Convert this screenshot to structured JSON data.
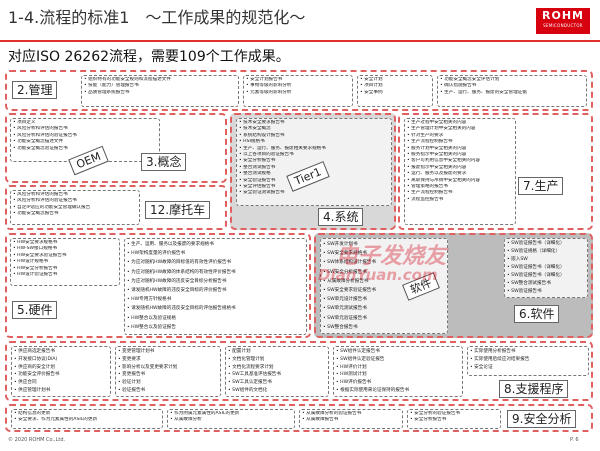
{
  "page": {
    "title": "1-4.流程的标准1　～工作成果的规范化～",
    "subtitle": "对应ISO 26262流程，需要109个工作成果。"
  },
  "logo": {
    "brand": "ROHM",
    "tagline": "SEMICONDUCTOR"
  },
  "sections": {
    "management": {
      "label": "2.管理",
      "col1": [
        "组织特有的功能安全规则和流程描述文件",
        "技能（能力）管理报告书",
        "品质管理系统报告书"
      ],
      "col2": [
        "安全计划报告书",
        "事物等级的影响分析",
        "元素等级的影响分析"
      ],
      "col3": [
        "安全计划",
        "项目计划",
        "安全事例"
      ],
      "col4": [
        "功能安全概念安全评估计划",
        "确认措施报告书",
        "生产、运行、服务、报废的安全管理证据"
      ]
    },
    "concept": {
      "label": "3.概念",
      "items": [
        "项目定义",
        "风险分析和评估的报告书",
        "风险分析和评估的验证报告书",
        "功能安全概念描述文件",
        "功能安全概念验证报告书"
      ]
    },
    "motorcycle": {
      "label": "12.摩托车",
      "items": [
        "风险分析和评估的报告书",
        "风险分析和评估的验证报告书",
        "自定IP适应的功能安全管理确认报告",
        "功能安全概念报告书"
      ]
    },
    "system": {
      "label": "4.系统",
      "items": [
        "技术安全要求报告书",
        "技术安全概念",
        "系统结构设计报告书",
        "HSI规格书",
        "生产、运行、服务、报废相关要求规格书",
        "以上各项目的验证报告书",
        "安全分析报告书",
        "整合测试报告书",
        "整合测试规格",
        "安全验证报告书",
        "安全评估报告书",
        "安全验证测试报告书"
      ]
    },
    "production": {
      "label": "7.生产",
      "items": [
        "生产过程中安全相关的内容",
        "生产管理计划中安全相关的内容",
        "针对生产的要求",
        "生产流程控制报告书",
        "服务计划中安全相关的内容",
        "服务指示中安全相关的内容",
        "客户可利用信息中安全相关的内容",
        "报废指示中安全相关的内容",
        "运行、服务以及报废的要求",
        "离职保持与吊销中安全相关的内容",
        "管理策略的报告书",
        "生产流程控制报告书",
        "流程监控报告书"
      ]
    },
    "hardware": {
      "label": "5.硬件",
      "col1": [
        "HW安全要求规格书",
        "HW-SW接口规格书",
        "HW安全要求验证报告书",
        "HW设计规格书",
        "HW安全分析报告书",
        "HW设计验证报告书"
      ],
      "col2": [
        "生产、运用、服务以及报废的要求规格书",
        "HW架构度量的评价报告书",
        "为应对随机HW故障的目标值的有效性评价报告书",
        "为应对随机HW故障的体系结构的有效性评价报告书",
        "为应对随机HW故障的违反安全目标分析报告书",
        "请发随机HW故障的违反安全目标的评价报告书",
        "HW专用方针规格书",
        "请发随机HW故障的违反安全目标的评估报告规格书",
        "HW整合以及验证规格",
        "HW整合以及验证报告"
      ]
    },
    "software": {
      "label": "6.软件",
      "col1": [
        "SW开发计划书",
        "SW安全要求规格书",
        "SW体系结构设计报告书",
        "SW安全分析报告书",
        "从属故障分析报告书",
        "SW安全要求验证报告书",
        "SW单元设计报告书",
        "SW单元测试报告书",
        "SW单元验证报告书",
        "SW整合报告书"
      ],
      "col2": [
        "SW验证报告书（详细化）",
        "SW验证规格（详细化）",
        "嵌入SW",
        "SW验证报告书（详细化）",
        "SW验证报告书（详细化）",
        "SW整合测试报告书",
        "SW验证报告书"
      ]
    },
    "support": {
      "label": "8.支援程序",
      "col1": [
        "供应商选定报告书",
        "开发接口协议(DIA)",
        "供应商的安全计划",
        "功能安全评价报告书",
        "供应合同",
        "供应管理计划书"
      ],
      "col2": [
        "变更管理计划书",
        "变更要求",
        "影响分析以及变更要求计划",
        "变更报告书",
        "验证计划",
        "验证报告书"
      ],
      "col3": [
        "配置计划",
        "文档化管理计划",
        "文档化流程要求计划",
        "SW工具基准评估报告书",
        "SW工具认定报告书",
        "SW组件的文档化"
      ],
      "col4": [
        "SW组件认定报告书",
        "SW组件认定验证报告",
        "HW评价计划",
        "HW测试计划",
        "HW评价报告书",
        "根据实际使用来论证保持的报告书"
      ],
      "col5": [
        "实际使用分析报告书",
        "实际使用后续应对结果报告",
        "安全论证"
      ]
    },
    "safety": {
      "label": "9.安全分析",
      "col1": [
        "结构信息的更新",
        "安全要求、作为元素属性的ASIL的更新"
      ],
      "col2": [
        "作为附属元素属性的ASIL的更新",
        "从属故障分析"
      ],
      "col3": [
        "从属故障分析的验证报告书",
        "从属故障报告书"
      ],
      "col4": [
        "安全分析的验证报告书",
        "安全分析报告书"
      ]
    }
  },
  "tags": {
    "oem": "OEM",
    "tier1": "Tier1",
    "software": "软件"
  },
  "watermark": {
    "cn": "电子发烧友",
    "en": "DianYuan.com"
  },
  "footer": {
    "copyright": "© 2020 ROHM Co.,Ltd.",
    "page": "P. 6"
  }
}
